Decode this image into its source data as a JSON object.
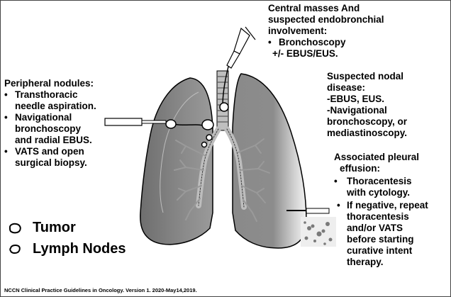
{
  "central": {
    "heading": "Central masses And suspected endobronchial involvement:",
    "heading_lines": [
      "Central masses And",
      "suspected endobronchial",
      "involvement:"
    ],
    "bullet": "•",
    "item1": "Bronchoscopy",
    "item2": "+/- EBUS/EUS."
  },
  "peripheral": {
    "heading": "Peripheral nodules:",
    "bullet": "•",
    "items": [
      [
        "Transthoracic",
        "needle aspiration."
      ],
      [
        "Navigational",
        "bronchoscopy",
        "and  radial EBUS."
      ],
      [
        "VATS and open",
        "surgical biopsy."
      ]
    ]
  },
  "nodal": {
    "lines": [
      "Suspected nodal",
      "disease:",
      "-EBUS, EUS.",
      "-Navigational",
      "bronchoscopy, or",
      "mediastinoscopy."
    ]
  },
  "pleural": {
    "heading_lines": [
      "Associated pleural",
      "effusion:"
    ],
    "bullet": "•",
    "item1": [
      "Thoracentesis",
      "with cytology."
    ],
    "item2": [
      "If negative, repeat",
      "thoracentesis",
      "and/or VATS",
      "before starting",
      "curative intent",
      "therapy."
    ]
  },
  "legend": {
    "tumor": "Tumor",
    "lymph": "Lymph Nodes"
  },
  "footer": "NCCN Clinical Practice Guidelines in Oncology. Version 1. 2020-May14,2019.",
  "colors": {
    "lung_fill": "#888888",
    "lung_light": "#c8c8c8",
    "outline": "#000000"
  }
}
